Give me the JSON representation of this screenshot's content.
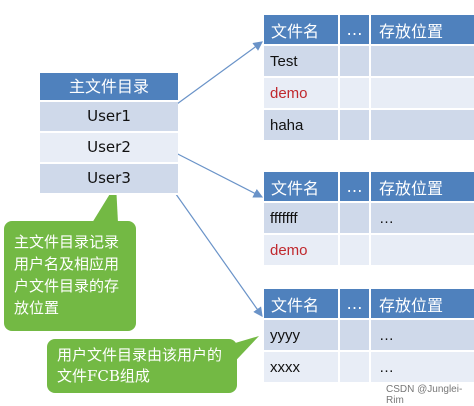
{
  "master_directory": {
    "title": "主文件目录",
    "users": [
      "User1",
      "User2",
      "User3"
    ]
  },
  "headers": {
    "name": "文件名",
    "dots": "…",
    "location": "存放位置"
  },
  "ufd_tables": [
    {
      "rows": [
        {
          "name": "Test",
          "loc": ""
        },
        {
          "name": "demo",
          "loc": ""
        },
        {
          "name": "haha",
          "loc": ""
        }
      ]
    },
    {
      "rows": [
        {
          "name": "fffffff",
          "loc": "…"
        },
        {
          "name": "demo",
          "loc": ""
        }
      ]
    },
    {
      "rows": [
        {
          "name": "yyyy",
          "loc": "…"
        },
        {
          "name": "xxxx",
          "loc": "…"
        }
      ]
    }
  ],
  "callouts": {
    "master": "主文件目录记录用户名及相应用户文件目录的存放位置",
    "user": "用户文件目录由该用户的文件FCB组成"
  },
  "watermark": "CSDN @Junglei-Rim",
  "colors": {
    "header_blue": "#4f81bd",
    "row_dark": "#cfd9ea",
    "row_light": "#e8edf6",
    "callout_green": "#73b944",
    "highlight_red": "#c0282d",
    "arrow": "#6a93c8"
  }
}
